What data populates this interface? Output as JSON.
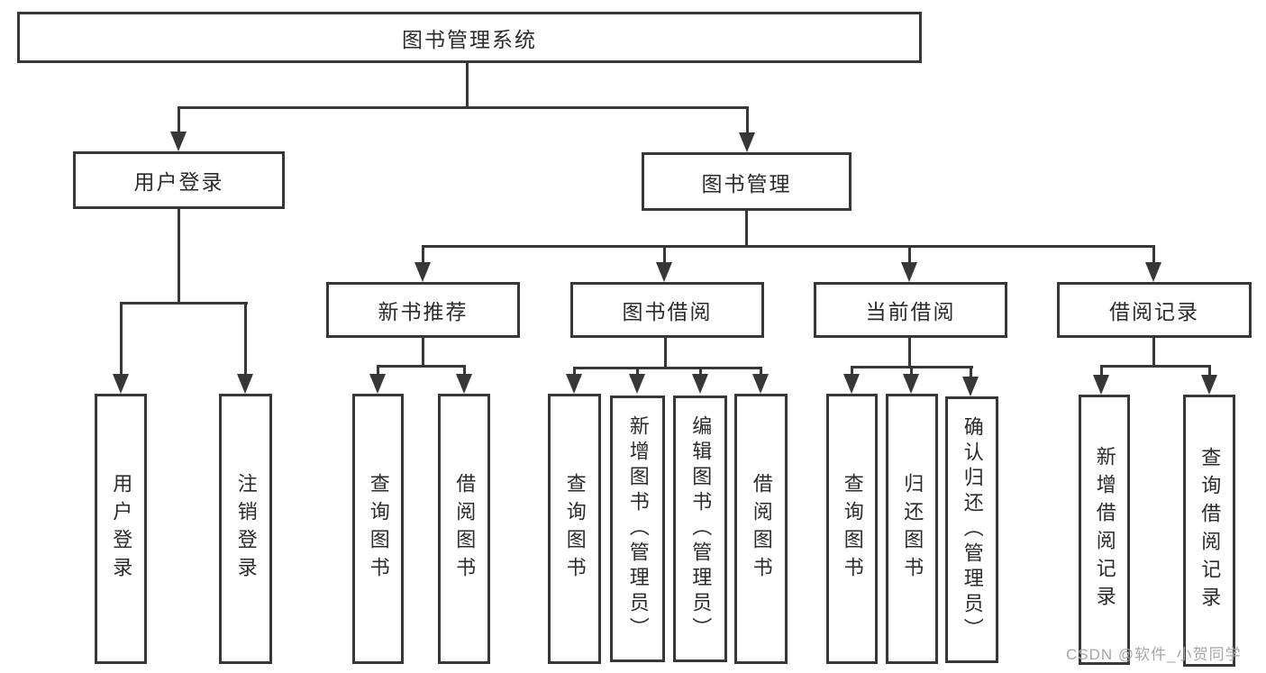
{
  "diagram_title": "图书管理系统",
  "tree": {
    "root": "图书管理系统",
    "children": [
      {
        "label": "用户登录",
        "children": [
          "用户登录",
          "注销登录"
        ]
      },
      {
        "label": "图书管理",
        "children": [
          {
            "label": "新书推荐",
            "children": [
              "查询图书",
              "借阅图书"
            ]
          },
          {
            "label": "图书借阅",
            "children": [
              "查询图书",
              "新增图书（管理员）",
              "编辑图书（管理员）",
              "借阅图书"
            ]
          },
          {
            "label": "当前借阅",
            "children": [
              "查询图书",
              "归还图书",
              "确认归还（管理员）"
            ]
          },
          {
            "label": "借阅记录",
            "children": [
              "新增借阅记录",
              "查询借阅记录"
            ]
          }
        ]
      }
    ]
  },
  "watermark": "CSDN @软件_小贺同学",
  "colors": {
    "line": "#373737",
    "box_border": "#373737",
    "text": "#2b2b2b",
    "watermark": "#aaa6a6",
    "background": "#ffffff"
  }
}
